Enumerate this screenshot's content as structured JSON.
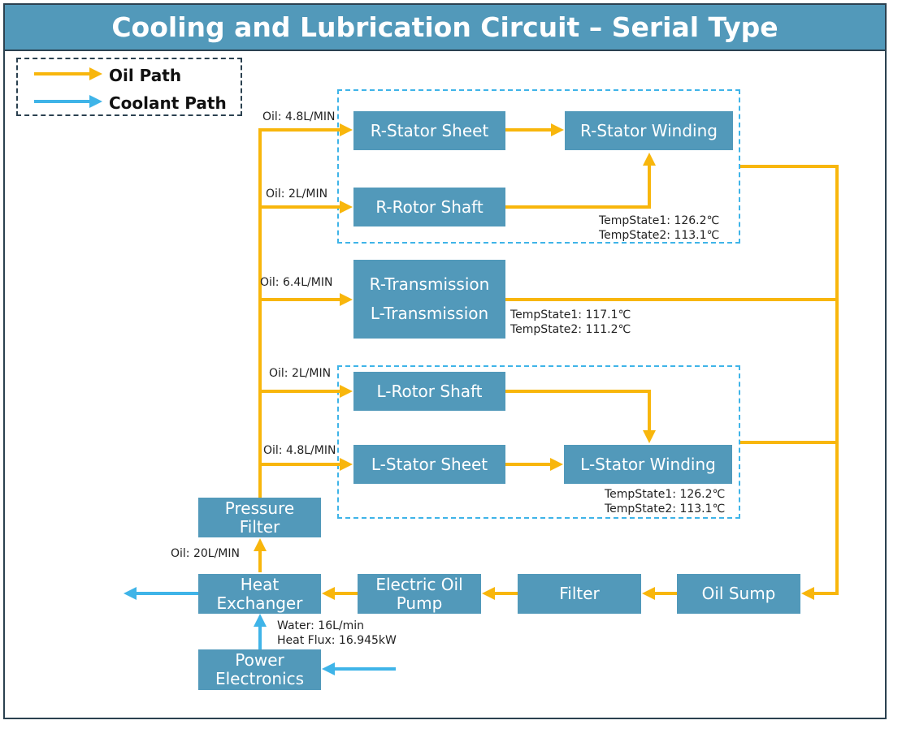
{
  "title": "Cooling and Lubrication Circuit – Serial Type",
  "colors": {
    "oil": "#f8b60c",
    "coolant": "#3fb4e8",
    "box": "#5299ba",
    "title_bar": "#5299ba"
  },
  "legend": {
    "oil_label": "Oil Path",
    "coolant_label": "Coolant Path"
  },
  "components": {
    "r_stator_sheet": "R-Stator Sheet",
    "r_stator_winding": "R-Stator Winding",
    "r_rotor_shaft": "R-Rotor Shaft",
    "r_transmission": "R-Transmission",
    "l_transmission": "L-Transmission",
    "l_rotor_shaft": "L-Rotor Shaft",
    "l_stator_sheet": "L-Stator Sheet",
    "l_stator_winding": "L-Stator Winding",
    "pressure_filter": "Pressure\nFilter",
    "heat_exchanger": "Heat\nExchanger",
    "electric_oil_pump": "Electric Oil\nPump",
    "filter": "Filter",
    "oil_sump": "Oil Sump",
    "power_electronics": "Power\nElectronics"
  },
  "flow_labels": {
    "oil_r_stator_sheet": "Oil: 4.8L/MIN",
    "oil_r_rotor_shaft": "Oil: 2L/MIN",
    "oil_transmission": "Oil: 6.4L/MIN",
    "oil_l_rotor_shaft": "Oil: 2L/MIN",
    "oil_l_stator_sheet": "Oil: 4.8L/MIN",
    "oil_total": "Oil: 20L/MIN",
    "water": "Water: 16L/min",
    "heat_flux": "Heat Flux: 16.945kW"
  },
  "temps": {
    "r_motor_1": "TempState1: 126.2℃",
    "r_motor_2": "TempState2: 113.1℃",
    "transmission_1": "TempState1: 117.1℃",
    "transmission_2": "TempState2: 111.2℃",
    "l_motor_1": "TempState1: 126.2℃",
    "l_motor_2": "TempState2: 113.1℃"
  }
}
